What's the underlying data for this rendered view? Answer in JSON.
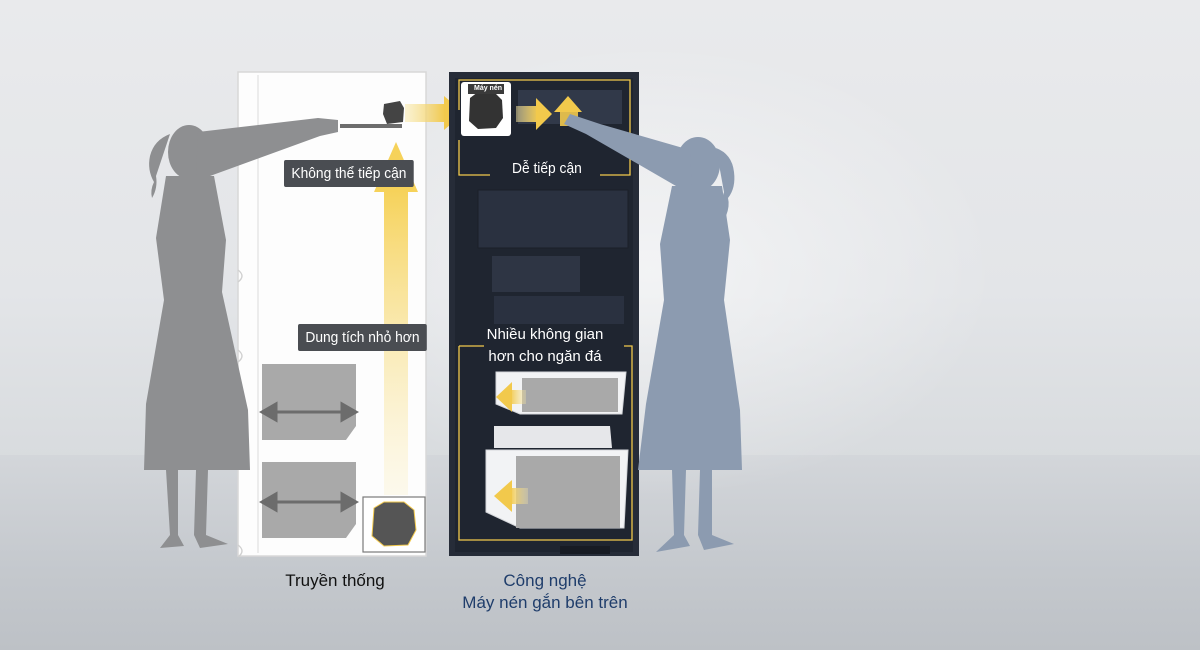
{
  "labels": {
    "cannot_access": "Không thể tiếp cận",
    "easy_access": "Dễ tiếp cận",
    "smaller_capacity": "Dung tích nhỏ hơn",
    "more_space": "Nhiều không gian",
    "more_space_line2": "hơn cho ngăn đá",
    "compressor": "Máy nén"
  },
  "captions": {
    "traditional": "Truyền thống",
    "technology_line1": "Công nghệ",
    "technology_line2": "Máy nén gắn bên trên"
  },
  "colors": {
    "accent_yellow": "#f2c94c",
    "dark_fridge": "#262c38",
    "silhouette_gray": "#8e8f91",
    "silhouette_blue": "#8c9bb0",
    "caption_blue": "#1f3d6b"
  }
}
